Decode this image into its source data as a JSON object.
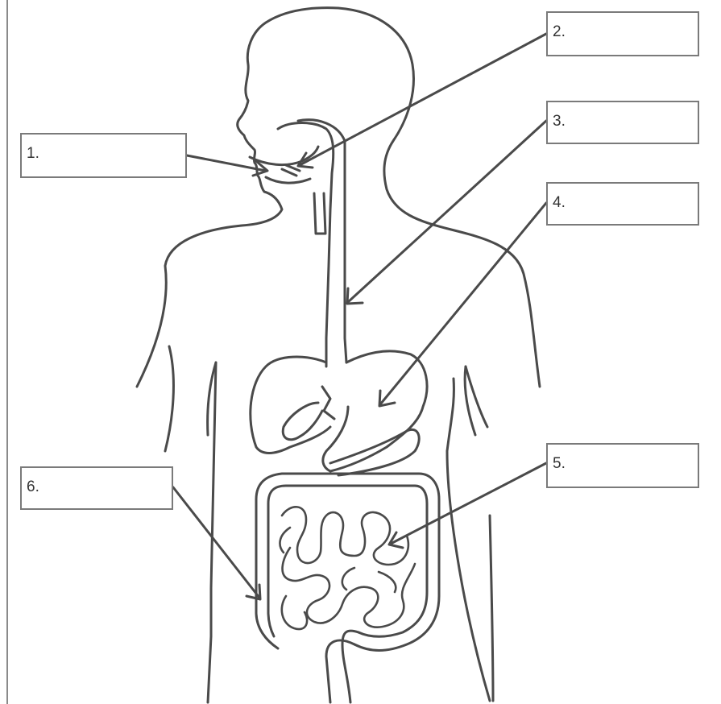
{
  "diagram": {
    "labels": [
      {
        "id": "1",
        "text": "1."
      },
      {
        "id": "2",
        "text": "2."
      },
      {
        "id": "3",
        "text": "3."
      },
      {
        "id": "4",
        "text": "4."
      },
      {
        "id": "5",
        "text": "5."
      },
      {
        "id": "6",
        "text": "6."
      }
    ],
    "colors": {
      "line": "#4a4a4a",
      "box_border": "#7a7a7a",
      "background": "#ffffff"
    }
  }
}
